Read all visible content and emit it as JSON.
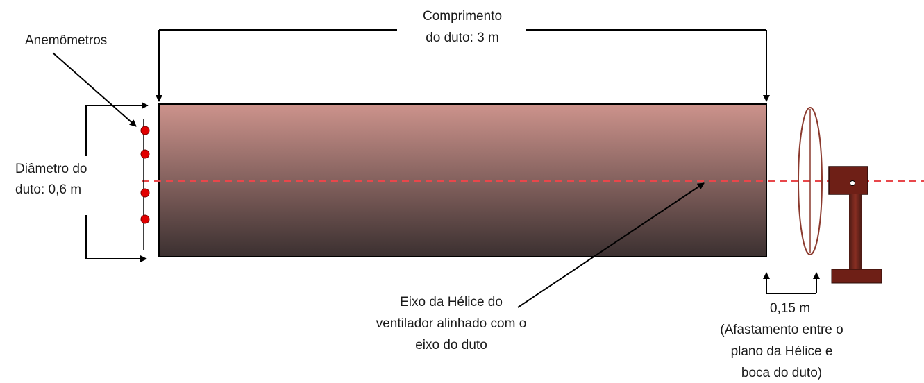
{
  "labels": {
    "length": [
      "Comprimento",
      "do duto: 3 m"
    ],
    "anemometers": "Anemômetros",
    "diameter": [
      "Diâmetro do",
      "duto: 0,6 m"
    ],
    "axis": [
      "Eixo da Hélice do",
      "ventilador alinhado com o",
      "eixo do duto"
    ],
    "gap": "0,15 m",
    "gap_note": [
      "(Afastamento  entre o",
      "plano da Hélice e",
      "boca do duto)"
    ]
  },
  "anemometer_count": 4,
  "colors": {
    "duct_top": "#cd938c",
    "duct_bottom": "#3b3030",
    "axis_line": "#e8474b",
    "anemometer": "#e10000",
    "fan_body": "#6e1f16",
    "arrow": "#000000"
  }
}
